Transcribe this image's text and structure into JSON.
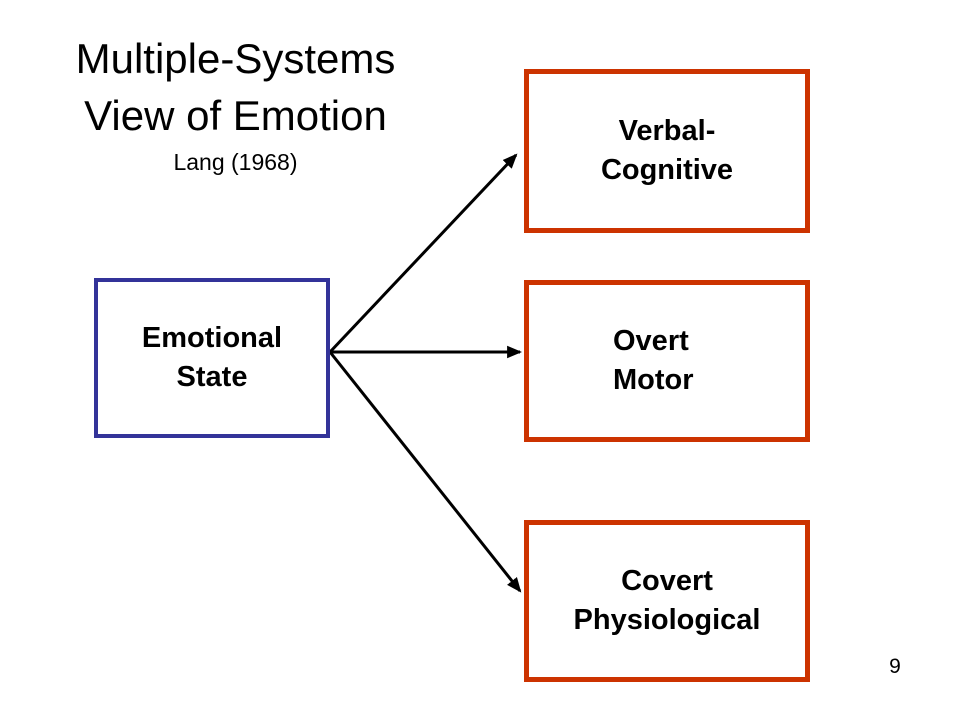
{
  "slide": {
    "page_number": "9",
    "background_color": "#FFFFFF",
    "text_color": "#000000"
  },
  "title": {
    "line1": "Multiple-Systems",
    "line2": "View of Emotion",
    "subtitle": "Lang (1968)"
  },
  "diagram": {
    "source_box": {
      "id": "emotional-state",
      "label": "Emotional\nState",
      "border_color": "#333399",
      "fill_color": "#FFFFFF"
    },
    "system_boxes": [
      {
        "id": "verbal-cognitive",
        "label": "Verbal-\nCognitive",
        "border_color": "#CC3300",
        "fill_color": "#FFFFFF"
      },
      {
        "id": "overt-motor",
        "label": "Overt\nMotor",
        "border_color": "#CC3300",
        "fill_color": "#FFFFFF"
      },
      {
        "id": "covert-physiological",
        "label": "Covert\nPhysiological",
        "border_color": "#CC3300",
        "fill_color": "#FFFFFF"
      }
    ],
    "arrows": {
      "color": "#000000",
      "from": "Emotional State",
      "to": [
        "Verbal-Cognitive",
        "Overt Motor",
        "Covert Physiological"
      ]
    }
  }
}
